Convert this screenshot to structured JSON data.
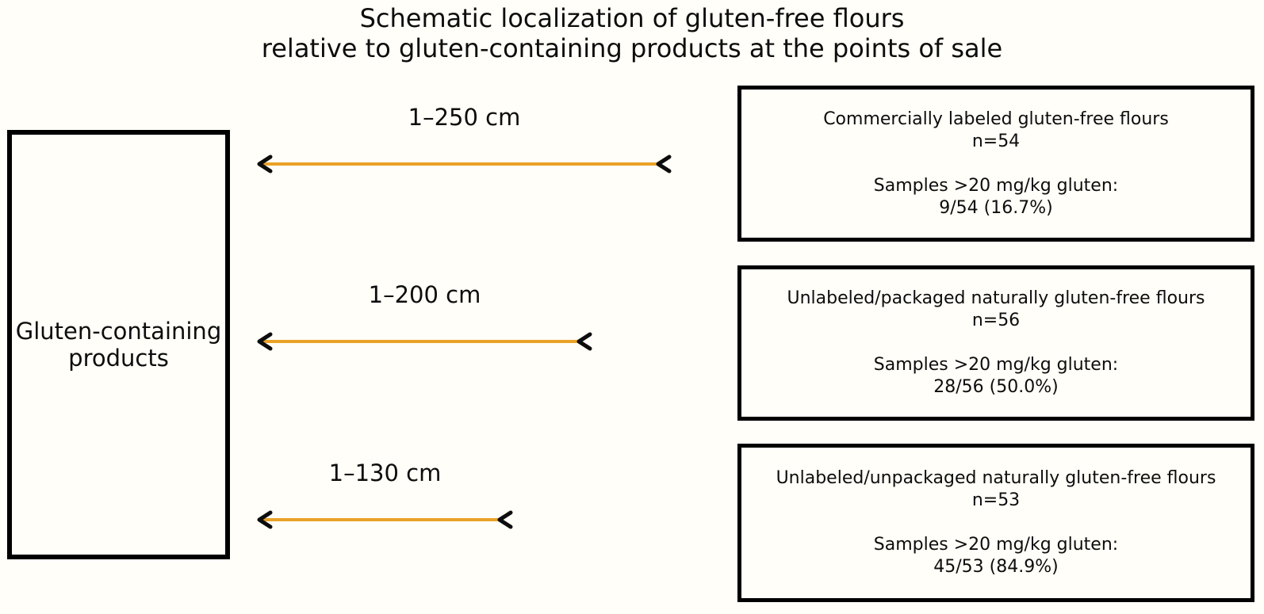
{
  "title": {
    "line1": "Schematic localization of gluten-free flours",
    "line2": "relative to gluten-containing products at the points of sale"
  },
  "source_box": {
    "line1": "Gluten-containing",
    "line2": "products"
  },
  "arrows": [
    {
      "label": "1–250 cm"
    },
    {
      "label": "1–200 cm"
    },
    {
      "label": "1–130 cm"
    }
  ],
  "product_boxes": [
    {
      "name": "Commercially labeled gluten-free flours",
      "n": "n=54",
      "samples_label": "Samples >20 mg/kg gluten:",
      "samples_value": "9/54 (16.7%)"
    },
    {
      "name": "Unlabeled/packaged naturally gluten-free flours",
      "n": "n=56",
      "samples_label": "Samples >20 mg/kg gluten:",
      "samples_value": "28/56 (50.0%)"
    },
    {
      "name": "Unlabeled/unpackaged naturally gluten-free flours",
      "n": "n=53",
      "samples_label": "Samples >20 mg/kg gluten:",
      "samples_value": "45/53 (84.9%)"
    }
  ],
  "colors": {
    "arrow": "#E9A227",
    "arrowhead": "#0d0d0d",
    "outline": "#000000",
    "background": "#fffef8"
  }
}
